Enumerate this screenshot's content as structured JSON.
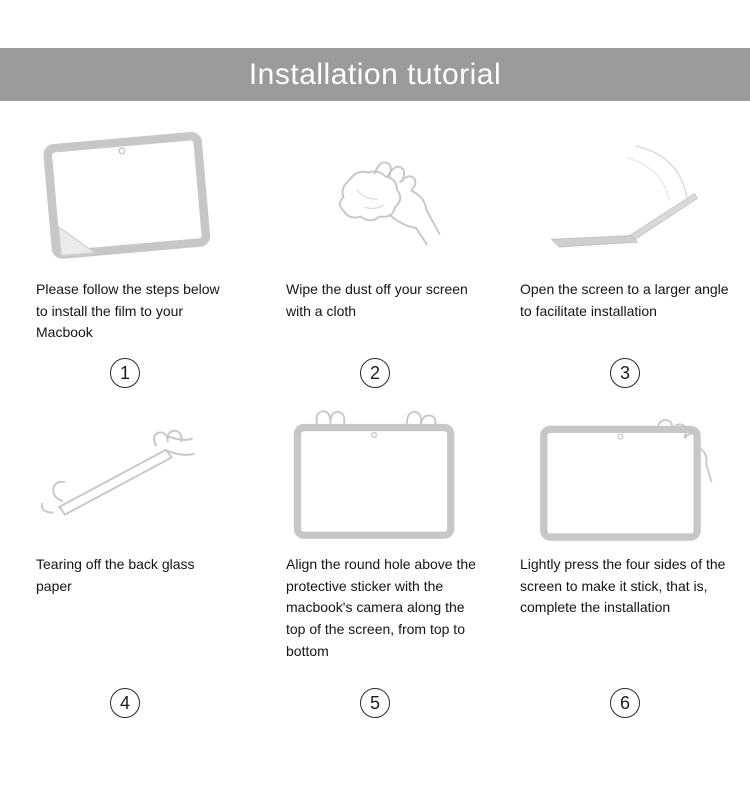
{
  "header": {
    "title": "Installation tutorial"
  },
  "steps": [
    {
      "number": "1",
      "icon": "macbook-screen-film-peel-icon",
      "caption": "Please follow the steps below to install the film to your Macbook"
    },
    {
      "number": "2",
      "icon": "hand-wiping-cloth-icon",
      "caption": "Wipe the dust off your screen with a cloth"
    },
    {
      "number": "3",
      "icon": "open-laptop-wide-angle-icon",
      "caption": "Open the screen to a larger angle to facilitate installation"
    },
    {
      "number": "4",
      "icon": "hands-tearing-back-paper-icon",
      "caption": "Tearing off the back glass paper"
    },
    {
      "number": "5",
      "icon": "hands-aligning-screen-icon",
      "caption": "Align the round hole above the protective sticker with the macbook's camera along the top of the screen, from top to bottom"
    },
    {
      "number": "6",
      "icon": "hand-pressing-screen-edges-icon",
      "caption": "Lightly press the four sides of the screen to make it stick, that is, complete the installation"
    }
  ],
  "colors": {
    "header_bg": "#9b9b9b",
    "header_text": "#ffffff",
    "illustration_stroke": "#c7c7c7",
    "body_text": "#141414"
  }
}
